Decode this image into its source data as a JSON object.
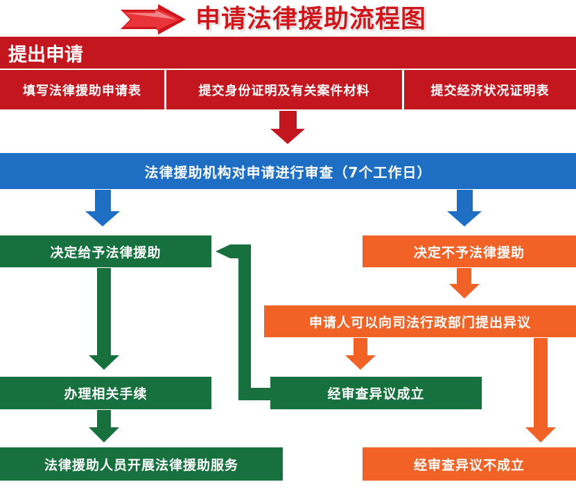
{
  "title": "申请法律援助流程图",
  "apply": {
    "header": "提出申请",
    "items": [
      "填写法律援助申请表",
      "提交身份证明及有关案件材料",
      "提交经济状况证明表"
    ]
  },
  "review": "法律援助机构对申请进行审查（7个工作日）",
  "grant": "决定给予法律援助",
  "deny": "决定不予法律援助",
  "objection": "申请人可以向司法行政部门提出异议",
  "procedures": "办理相关手续",
  "objection_valid": "经审查异议成立",
  "service": "法律援助人员开展法律援助服务",
  "objection_invalid": "经审查异议不成立",
  "colors": {
    "red": "#c3161f",
    "blue": "#1e6fc4",
    "green": "#17713f",
    "orange": "#f06225"
  }
}
